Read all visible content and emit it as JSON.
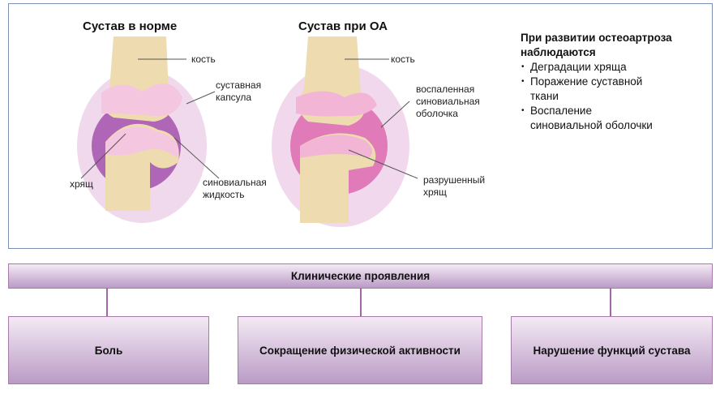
{
  "panel": {
    "normal": {
      "title": "Сустав в норме",
      "labels": {
        "bone": "кость",
        "capsule": "суставная капсула",
        "cartilage": "хрящ",
        "fluid": "синовиальная жидкость"
      }
    },
    "oa": {
      "title": "Сустав при ОА",
      "labels": {
        "bone": "кость",
        "membrane": "воспаленная синовиальная оболочка",
        "cartilage": "разрушенный хрящ"
      }
    },
    "aside": {
      "heading": "При развитии остеоартроза наблюдаются",
      "items": [
        "Деградации хряща",
        "Поражение суставной ткани",
        "Воспаление синовиальной оболочки"
      ]
    }
  },
  "clinical": {
    "header": "Клинические проявления",
    "items": [
      "Боль",
      "Сокращение физической активности",
      "Нарушение функций сустава"
    ]
  },
  "colors": {
    "border": "#7d8fb3",
    "box_top": "#f4eaf4",
    "box_bottom": "#ba9bc6",
    "connector": "#a066a6"
  }
}
